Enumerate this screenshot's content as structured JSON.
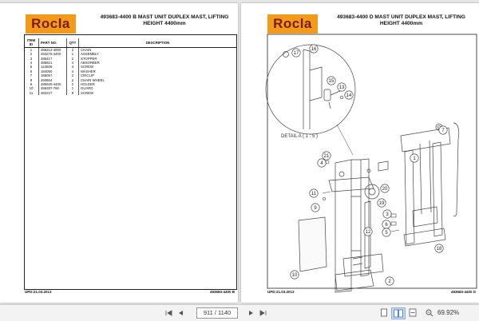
{
  "left_page": {
    "logo": "Rocla",
    "title_line1": "493683-4400 B  MAST UNIT DUPLEX MAST, LIFTING",
    "title_line2": "HEIGHT 4400mm",
    "table": {
      "headers": {
        "item": "ITEM ID",
        "part": "PART NO.",
        "qty": "QTY",
        "desc": "DESCRIPTION"
      },
      "rows": [
        {
          "item": "1",
          "part": "486212-4000",
          "qty": "2",
          "desc": "CHAIN"
        },
        {
          "item": "2",
          "part": "493276-4400",
          "qty": "1",
          "desc": "ASSEMBLY"
        },
        {
          "item": "3",
          "part": "486417",
          "qty": "2",
          "desc": "STOPPER"
        },
        {
          "item": "4",
          "part": "485821",
          "qty": "4",
          "desc": "ABSORBER"
        },
        {
          "item": "5",
          "part": "124608",
          "qty": "4",
          "desc": "SCREW"
        },
        {
          "item": "6",
          "part": "184050",
          "qty": "4",
          "desc": "WASHER"
        },
        {
          "item": "7",
          "part": "186057",
          "qty": "2",
          "desc": "CIRCLIP"
        },
        {
          "item": "8",
          "part": "493664",
          "qty": "2",
          "desc": "CHAIN WHEEL"
        },
        {
          "item": "9",
          "part": "485925-4400",
          "qty": "2",
          "desc": "HOLDER"
        },
        {
          "item": "10",
          "part": "486287-760",
          "qty": "1",
          "desc": "GUARD"
        },
        {
          "item": "11",
          "part": "482227",
          "qty": "8",
          "desc": "SCREW"
        }
      ]
    },
    "footer_left": "UPD:21.03.2013",
    "footer_right": "493683-4400 B"
  },
  "right_page": {
    "logo": "Rocla",
    "title_line1": "493683-4400 D  MAST UNIT DUPLEX MAST, LIFTING",
    "title_line2": "HEIGHT 4400mm",
    "detail_label": "DETAIL A   ( 1 : 5 )",
    "callouts": [
      "17",
      "16",
      "15",
      "13",
      "14",
      "1",
      "21",
      "4",
      "11",
      "9",
      "20",
      "19",
      "3",
      "6",
      "5",
      "18",
      "7",
      "10",
      "2",
      "12"
    ],
    "footer_left": "UPD:21.03.2013",
    "footer_right": "493683-4400 D"
  },
  "toolbar": {
    "current_page": "911 / 1140",
    "zoom": "69.92%"
  }
}
